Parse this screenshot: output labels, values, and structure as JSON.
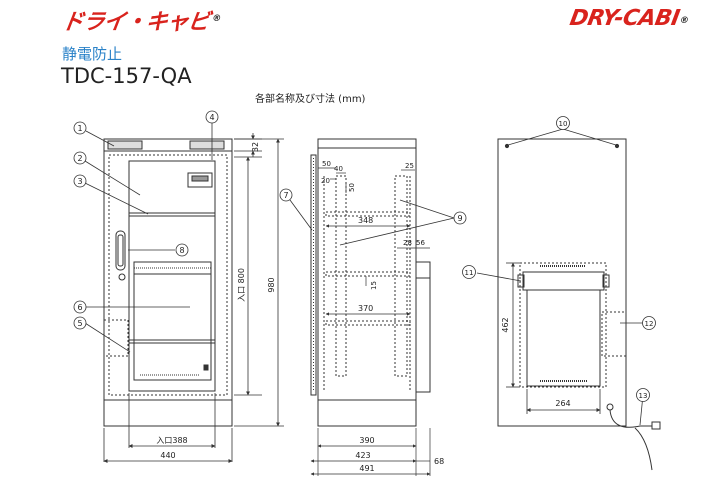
{
  "header": {
    "logo_left": "ドライ・キャビ",
    "logo_left_reg": "®",
    "logo_right": "DRY-CABI",
    "logo_right_reg": "®",
    "subtitle": "静電防止",
    "model": "TDC-157-QA",
    "caption": "各部名称及び寸法 (mm)"
  },
  "callouts": {
    "c1": "1",
    "c2": "2",
    "c3": "3",
    "c4": "4",
    "c5": "5",
    "c6": "6",
    "c7": "7",
    "c8": "8",
    "c9": "9",
    "c10": "10",
    "c11": "11",
    "c12": "12",
    "c13": "13"
  },
  "dimensions": {
    "front_top": "32",
    "inner_height": "入口 800",
    "total_height": "980",
    "inner_width": "入口388",
    "front_width": "440",
    "side_d_50a": "50",
    "side_d_40": "40",
    "side_d_20": "20",
    "side_d_50b": "50",
    "side_d_25": "25",
    "shelf_348": "348",
    "side_d_28": "28",
    "side_d_56": "56",
    "shelf_15": "15",
    "shelf_370": "370",
    "side_390": "390",
    "side_423": "423",
    "side_491": "491",
    "side_68": "68",
    "back_462": "462",
    "back_264": "264"
  },
  "colors": {
    "logo_red": "#d9231d",
    "subtitle_blue": "#2a82c8",
    "line": "#333333"
  }
}
